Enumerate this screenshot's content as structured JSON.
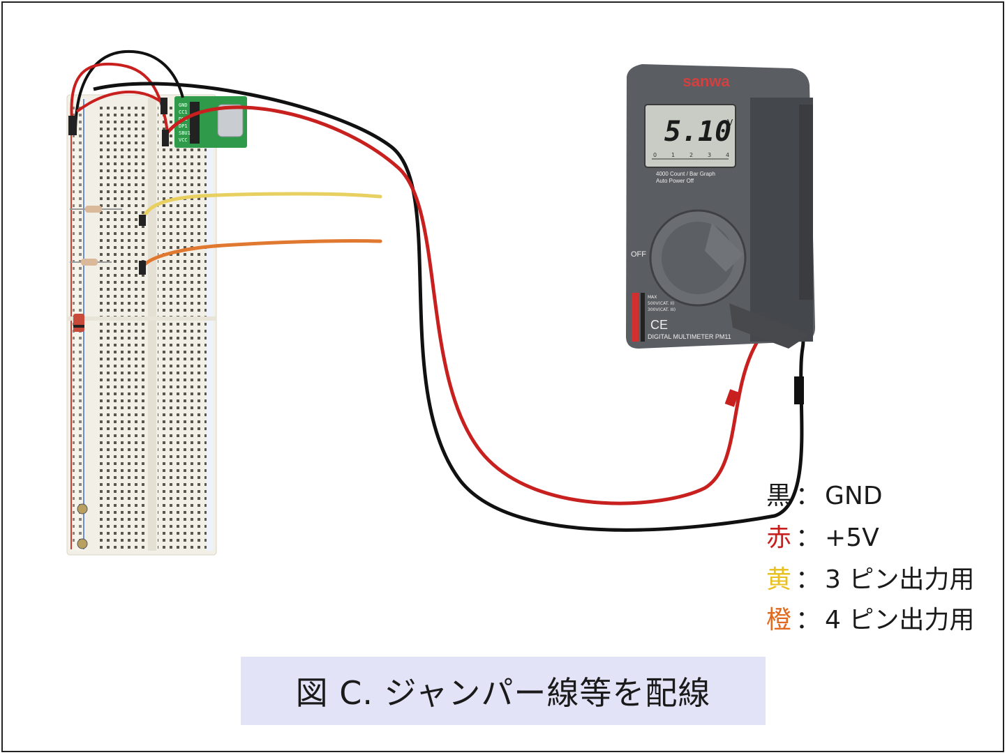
{
  "legend": [
    {
      "key": "黒",
      "color": "#1a1a1a",
      "text": "GND"
    },
    {
      "key": "赤",
      "color": "#c8201e",
      "text": "+5V"
    },
    {
      "key": "黄",
      "color": "#e8c020",
      "text": "3 ピン出力用"
    },
    {
      "key": "橙",
      "color": "#e06a20",
      "text": "4 ピン出力用"
    }
  ],
  "separator": "：",
  "caption": "図 C. ジャンパー線等を配線",
  "multimeter": {
    "brand": "sanwa",
    "reading": "5.10",
    "unit": "V",
    "count_label": "4000 Count / Bar Graph",
    "auto_off_label": "Auto Power Off",
    "off_label": "OFF",
    "model_label": "DIGITAL MULTIMETER PM11",
    "ce_mark": "CE",
    "max_label": "MAX",
    "rating1": "500V(CAT. II)",
    "rating2": "300V(CAT. III)",
    "scale_ticks": [
      "0",
      "1",
      "2",
      "3",
      "4"
    ]
  },
  "board": {
    "pin_labels": [
      "GND",
      "CC1",
      "DN1",
      "DP1",
      "SBU1",
      "VCC"
    ]
  },
  "colors": {
    "wire_red": "#c8201e",
    "wire_black": "#111111",
    "wire_yellow": "#e8d060",
    "wire_orange": "#e07830",
    "breadboard": "#f2efe6",
    "pcb_green": "#2e9a4a",
    "meter_body": "#5a5d62",
    "lcd": "#c9ccc4",
    "caption_bg": "#e3e3f7"
  }
}
